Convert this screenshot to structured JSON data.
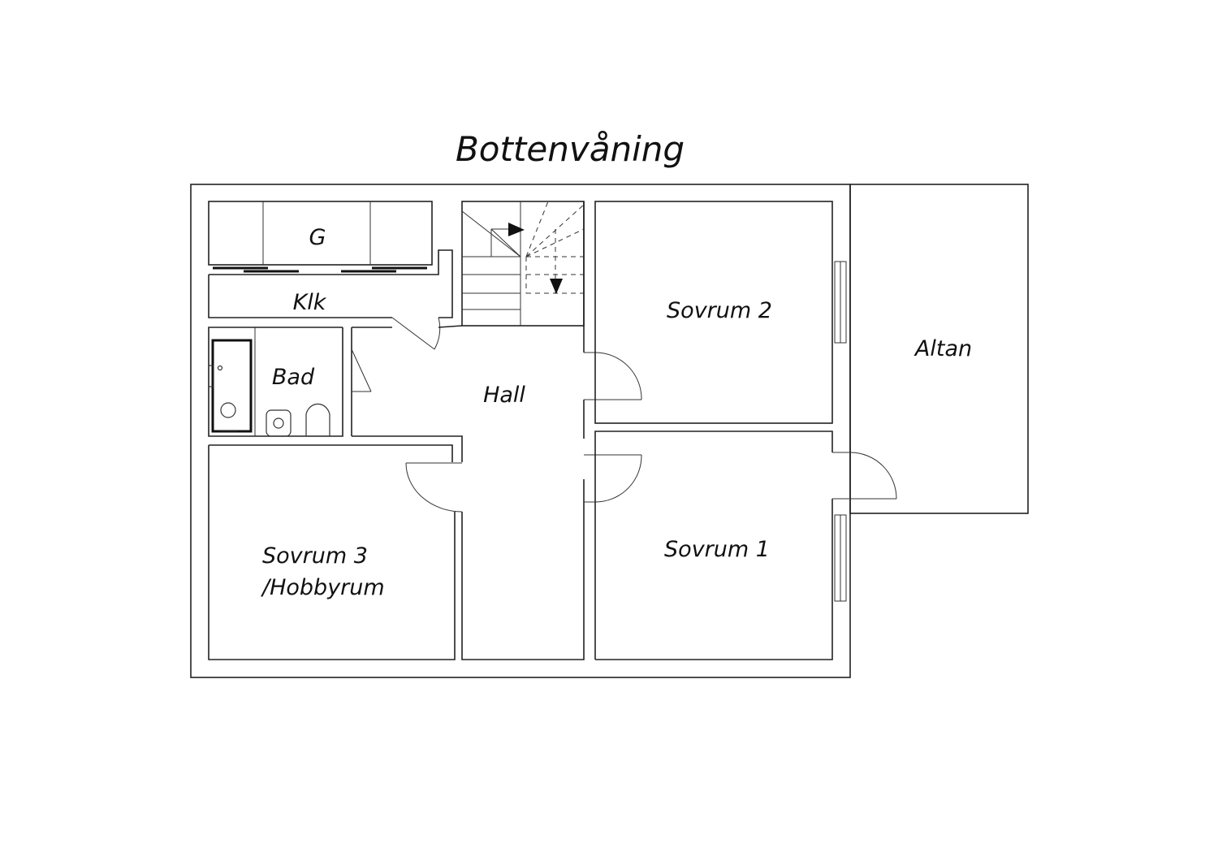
{
  "floor": {
    "title": "Bottenvåning",
    "rooms": {
      "g": "G",
      "klk": "Klk",
      "bad": "Bad",
      "hall": "Hall",
      "sovrum2": "Sovrum 2",
      "sovrum1": "Sovrum 1",
      "sovrum3_line1": "Sovrum 3",
      "sovrum3_line2": "/Hobbyrum",
      "altan": "Altan"
    }
  },
  "colors": {
    "line": "#222222",
    "text": "#111111",
    "background": "#ffffff"
  }
}
